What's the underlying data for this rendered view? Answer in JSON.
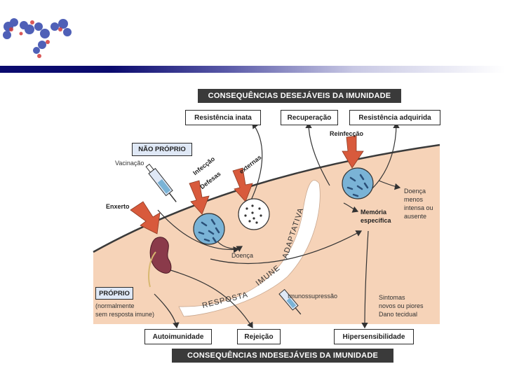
{
  "banners": {
    "top": "CONSEQUÊNCIAS DESEJÁVEIS DA IMUNIDADE",
    "bottom": "CONSEQUÊNCIAS INDESEJÁVEIS DA IMUNIDADE"
  },
  "top_boxes": {
    "innate": "Resistência inata",
    "recovery": "Recuperação",
    "acquired": "Resistência adquirida"
  },
  "bottom_boxes": {
    "autoimmunity": "Autoimunidade",
    "rejection": "Rejeição",
    "hypersensitivity": "Hipersensibilidade"
  },
  "tags": {
    "non_self": "NÃO PRÓPRIO",
    "self": "PRÓPRIO"
  },
  "labels": {
    "vaccination": "Vacinação",
    "graft": "Enxerto",
    "infection": "Infecção",
    "external": "externas",
    "defenses": "Defesas",
    "reinfection": "Reinfecção",
    "disease": "Doença",
    "memory_line1": "Memória",
    "memory_line2": "específica",
    "milder_line1": "Doença",
    "milder_line2": "menos",
    "milder_line3": "intensa ou",
    "milder_line4": "ausente",
    "self_note_line1": "(normalmente",
    "self_note_line2": "sem resposta imune)",
    "immunosuppression": "Imunossupressão",
    "symptoms_line1": "Sintomas",
    "symptoms_line2": "novos ou piores",
    "symptoms_line3": "Dano tecidual"
  },
  "band": {
    "word1": "RESPOSTA",
    "word2": "IMUNE",
    "word3": "ADAPTATIVA"
  },
  "colors": {
    "background_skin": "#f6d3b8",
    "arrow_red": "#d85a3c",
    "microbe_blue": "#7ab3d6",
    "banner_dark": "#3a3a3a",
    "header_blue": "#0a0a6e"
  }
}
